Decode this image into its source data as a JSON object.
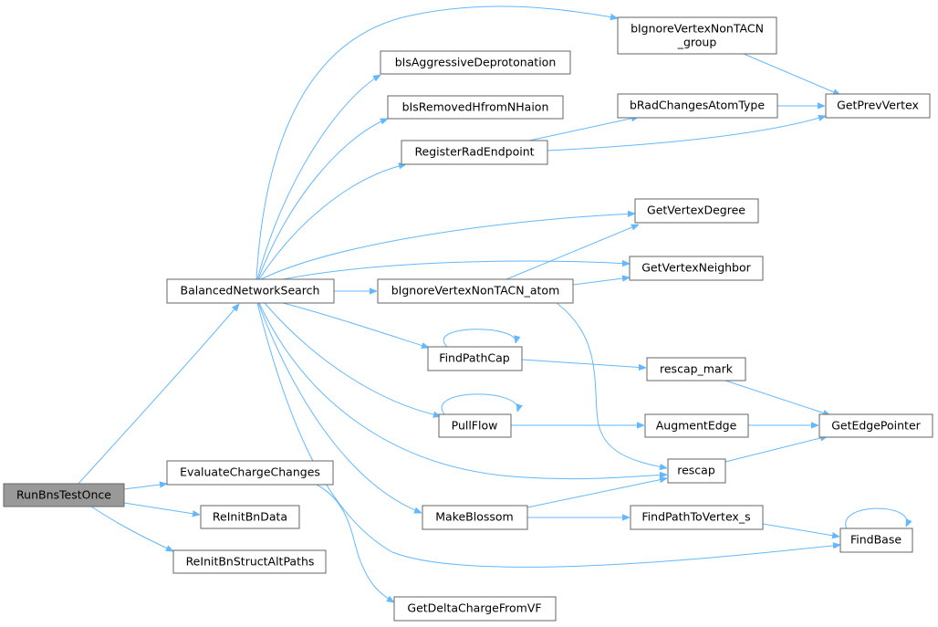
{
  "nodes": {
    "run": "RunBnsTestOnce",
    "bns": "BalancedNetworkSearch",
    "eval": "EvaluateChargeChanges",
    "reinit": "ReInitBnData",
    "reinitAlt": "ReInitBnStructAltPaths",
    "aggr": "bIsAggressiveDeprotonation",
    "remH": "bIsRemovedHfromNHaion",
    "regRad": "RegisterRadEndpoint",
    "ignGroup": [
      "bIgnoreVertexNonTACN",
      "_group"
    ],
    "radChanges": "bRadChangesAtomType",
    "prevV": "GetPrevVertex",
    "vDeg": "GetVertexDegree",
    "vNeigh": "GetVertexNeighbor",
    "ignAtom": "bIgnoreVertexNonTACN_atom",
    "fpc": "FindPathCap",
    "rescapMark": "rescap_mark",
    "pull": "PullFlow",
    "aug": "AugmentEdge",
    "edgeP": "GetEdgePointer",
    "rescap": "rescap",
    "blossom": "MakeBlossom",
    "fptv": "FindPathToVertex_s",
    "findBase": "FindBase",
    "delta": "GetDeltaChargeFromVF"
  },
  "colors": {
    "edge": "#63b8ff",
    "node_border": "#666666",
    "root_fill": "#999999"
  }
}
